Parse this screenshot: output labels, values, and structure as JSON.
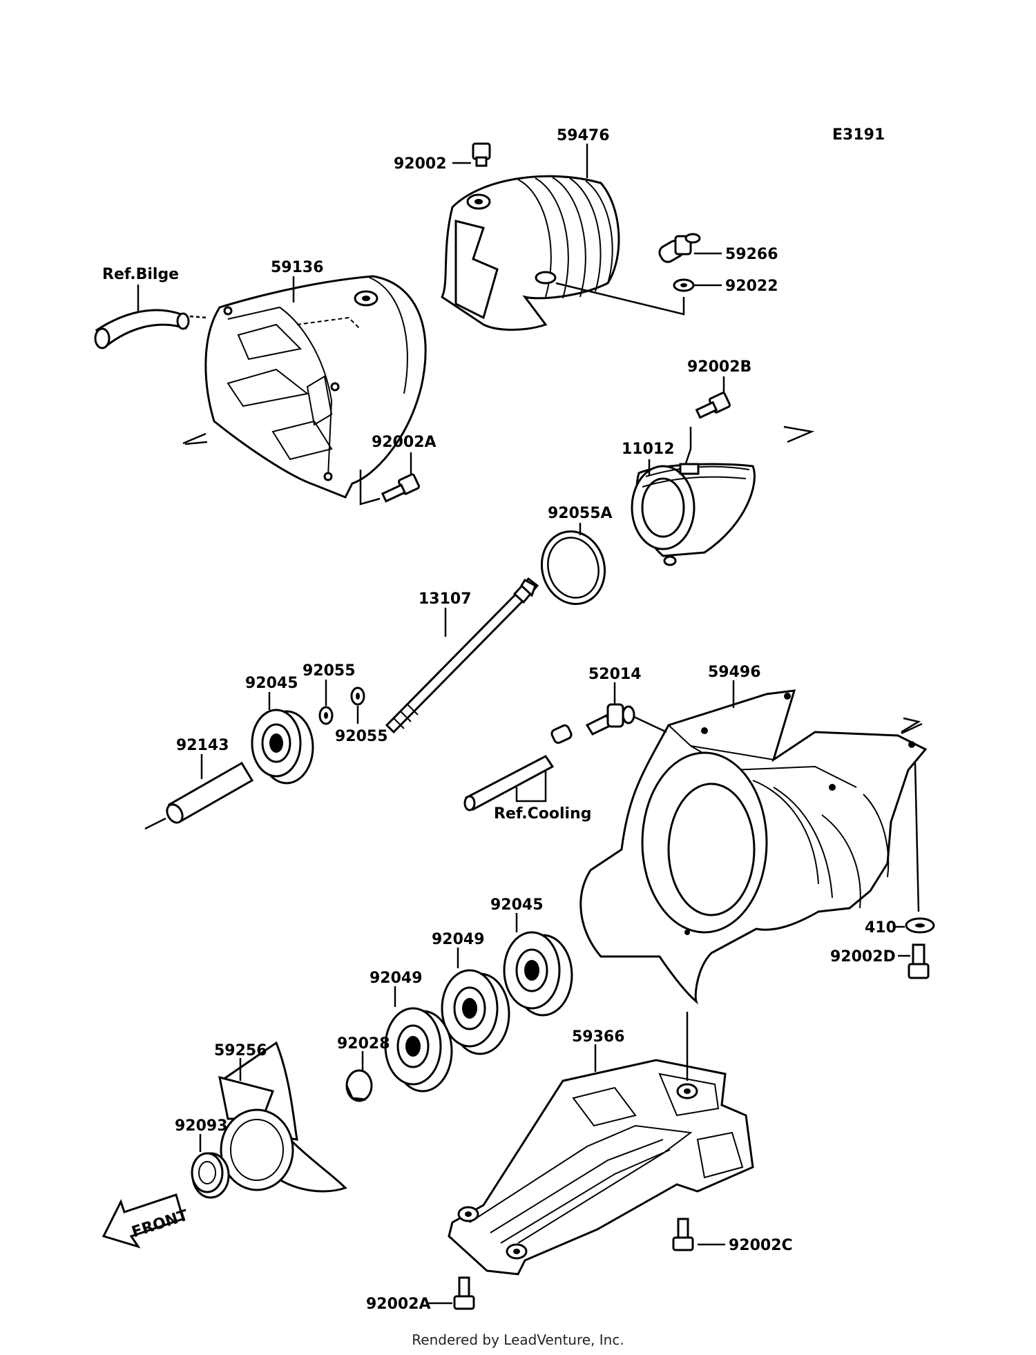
{
  "diagram_code": "E3191",
  "parts": {
    "p92002_top": "92002",
    "p59476": "59476",
    "p59266": "59266",
    "p92022": "92022",
    "p59136": "59136",
    "p92002B": "92002B",
    "p92002A_upper": "92002A",
    "p11012": "11012",
    "p92055A": "92055A",
    "p13107": "13107",
    "p59496": "59496",
    "p52014": "52014",
    "p92055_upper": "92055",
    "p92055_lower": "92055",
    "p92045_upper": "92045",
    "p92143": "92143",
    "p92045_lower": "92045",
    "p92049_upper": "92049",
    "p92049_lower": "92049",
    "p410": "410",
    "p92002D": "92002D",
    "p59256": "59256",
    "p92028": "92028",
    "p59366": "59366",
    "p92093": "92093",
    "p92002C": "92002C",
    "p92002A_lower": "92002A"
  },
  "refs": {
    "bilge": "Ref.Bilge",
    "cooling": "Ref.Cooling"
  },
  "front_arrow": "FRONT",
  "footer": "Rendered by LeadVenture, Inc."
}
